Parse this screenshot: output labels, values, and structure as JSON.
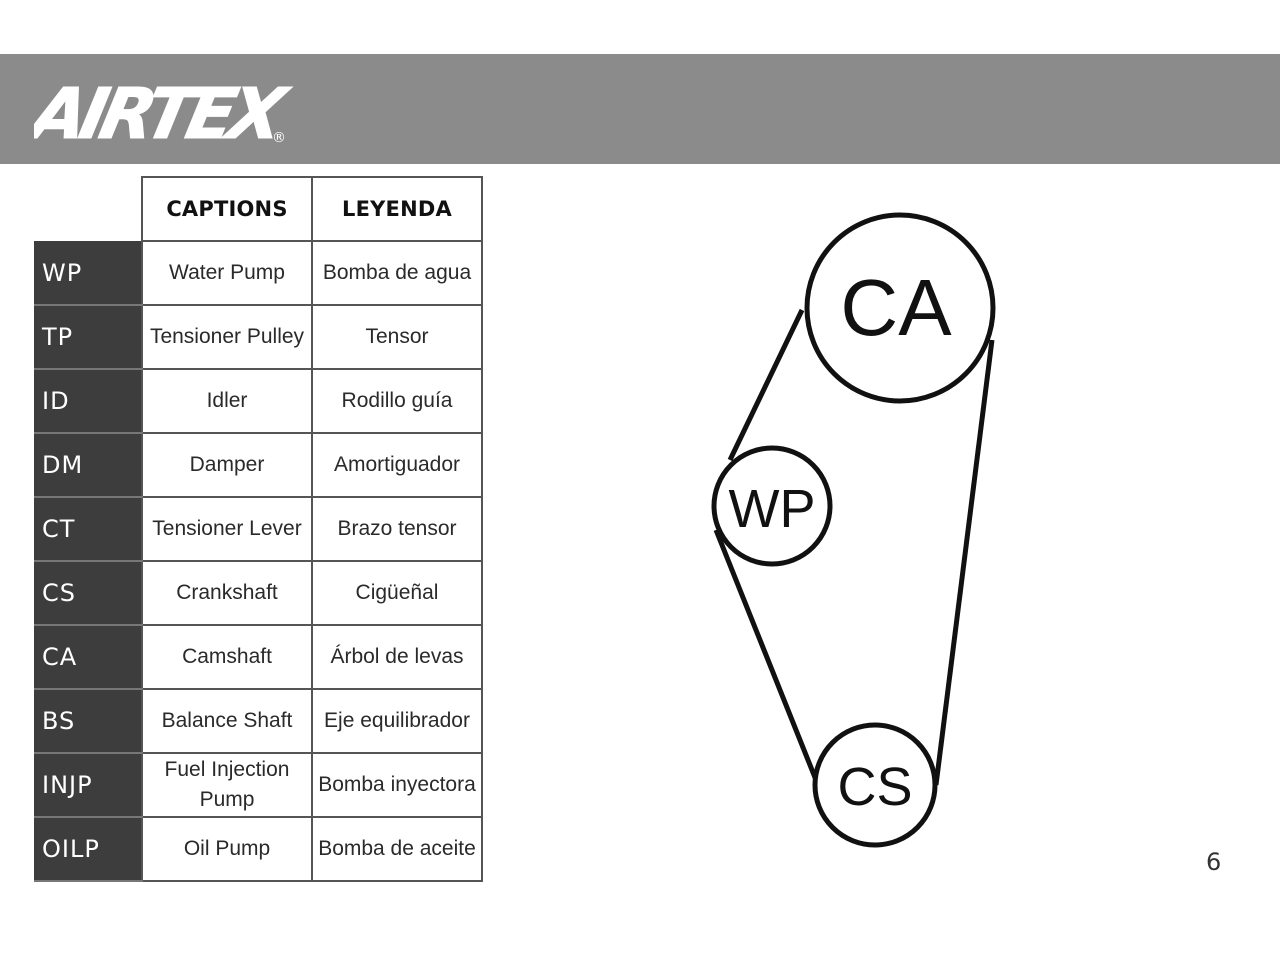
{
  "brand": {
    "name": "AIRTEX",
    "mark": "®"
  },
  "table": {
    "headers": [
      "",
      "CAPTIONS",
      "LEYENDA"
    ],
    "rows": [
      {
        "code": "WP",
        "caption": "Water Pump",
        "leyenda": "Bomba de agua"
      },
      {
        "code": "TP",
        "caption": "Tensioner Pulley",
        "leyenda": "Tensor"
      },
      {
        "code": "ID",
        "caption": "Idler",
        "leyenda": "Rodillo guía"
      },
      {
        "code": "DM",
        "caption": "Damper",
        "leyenda": "Amortiguador"
      },
      {
        "code": "CT",
        "caption": "Tensioner Lever",
        "leyenda": "Brazo tensor"
      },
      {
        "code": "CS",
        "caption": "Crankshaft",
        "leyenda": "Cigüeñal"
      },
      {
        "code": "CA",
        "caption": "Camshaft",
        "leyenda": "Árbol de levas"
      },
      {
        "code": "BS",
        "caption": "Balance Shaft",
        "leyenda": "Eje equilibrador"
      },
      {
        "code": "INJP",
        "caption": "Fuel Injection Pump",
        "leyenda": "Bomba inyectora"
      },
      {
        "code": "OILP",
        "caption": "Oil Pump",
        "leyenda": "Bomba de aceite"
      }
    ]
  },
  "diagram": {
    "pulleys": [
      {
        "label": "CA"
      },
      {
        "label": "WP"
      },
      {
        "label": "CS"
      }
    ]
  },
  "page_number": "6",
  "colors": {
    "header_bg": "#8a8b8a",
    "code_cell_bg": "#3d3d3d",
    "grid_line": "#555555"
  }
}
